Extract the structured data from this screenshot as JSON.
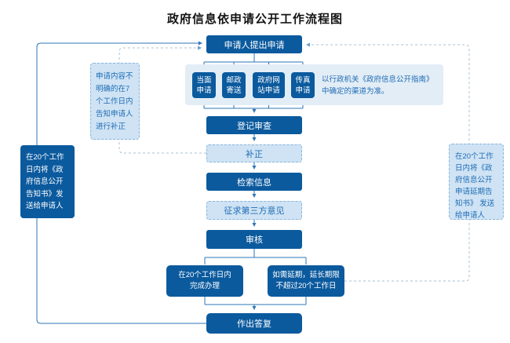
{
  "title": "政府信息依申请公开工作流程图",
  "main_flow": {
    "submit": "申请人提出申请",
    "register": "登记审查",
    "supplement": "补正",
    "search": "检索信息",
    "third_party": "征求第三方意见",
    "review": "审核",
    "reply": "作出答复"
  },
  "channels": {
    "items": [
      "当面\n申请",
      "邮政\n寄送",
      "政府网\n站申请",
      "传真\n申请"
    ],
    "note": "以行政机关《政府信息公开指南》\n中确定的渠道为准。"
  },
  "outcomes": {
    "complete": "在20个工作日内\n完成办理",
    "extend": "如需延期，延长期限\n不超过20个工作日"
  },
  "annotations": {
    "correction": "申请内容不明确的在7个工作日内告知申请人进行补正",
    "notice": "在20个工作日内将《政府信息公开告知书》发送给申请人",
    "extension_notice": "在20个工作日内将《政府信息公开申请延期告知书》 发送给申请人"
  },
  "colors": {
    "node_dark": "#0b5a9e",
    "node_light_fill": "#cfe3f4",
    "node_light_border": "#8ab5dc",
    "channel_panel": "#e3edf6",
    "text_blue": "#1e6cb5",
    "line_solid": "#2e75b6",
    "line_dashed": "#a7c0d6",
    "title_text": "#141414"
  }
}
